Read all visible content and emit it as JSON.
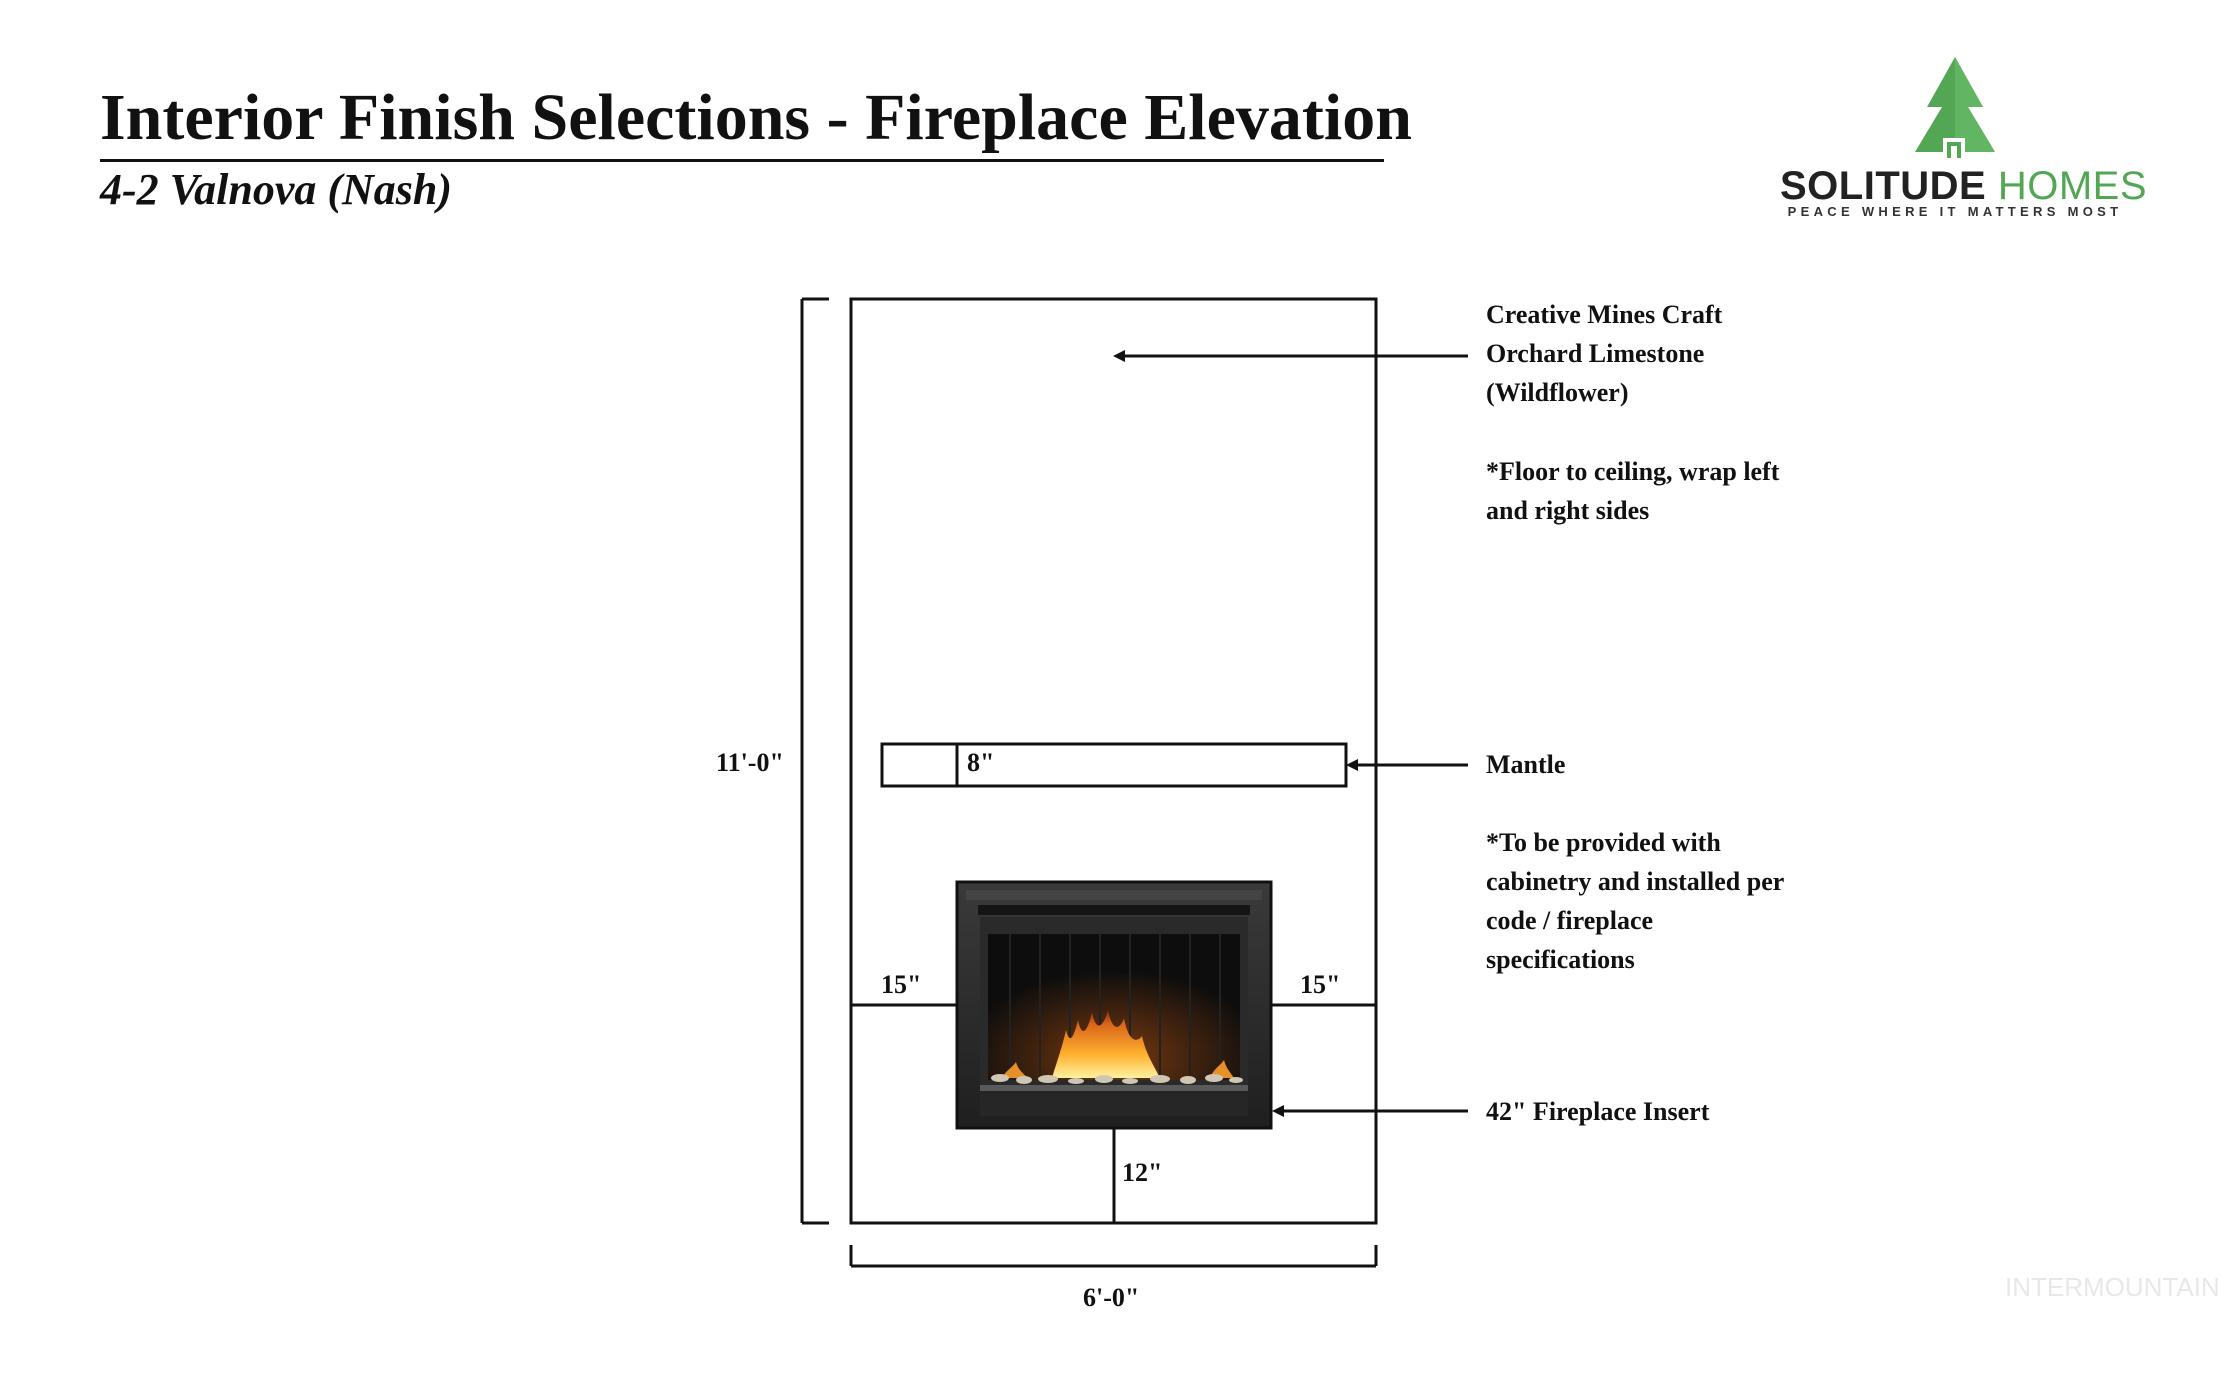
{
  "header": {
    "title": "Interior Finish Selections - Fireplace Elevation",
    "subtitle": "4-2 Valnova (Nash)"
  },
  "logo": {
    "name_part1": "SOLITUDE",
    "name_part2": "HOMES",
    "tagline": "PEACE WHERE IT MATTERS MOST",
    "colors": {
      "tree": "#53a653",
      "text_dark": "#222222",
      "text_green": "#53a653"
    }
  },
  "callouts": {
    "stone": [
      "Creative Mines Craft",
      "Orchard Limestone",
      "(Wildflower)"
    ],
    "stone_note": [
      "*Floor to ceiling, wrap left",
      "and right sides"
    ],
    "mantle": "Mantle",
    "mantle_note": [
      "*To be provided with",
      "cabinetry and installed per",
      "code / fireplace",
      "specifications"
    ],
    "insert": "42\" Fireplace Insert"
  },
  "dimensions": {
    "height": "11'-0\"",
    "width": "6'-0\"",
    "mantle_depth": "8\"",
    "left_clearance": "15\"",
    "right_clearance": "15\"",
    "bottom_clearance": "12\""
  },
  "watermark": "INTERMOUNTAIN"
}
